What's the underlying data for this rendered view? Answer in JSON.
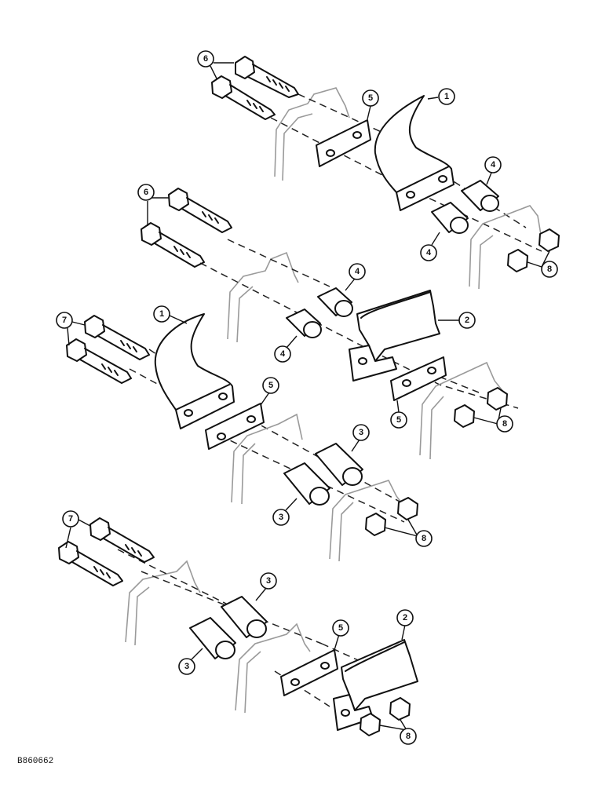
{
  "figure": {
    "callout_labels": {
      "bracket_left": "1",
      "bracket_right": "2",
      "spacer_long": "3",
      "spacer_short": "4",
      "plate": "5",
      "bolt_short": "6",
      "bolt_long": "7",
      "nut": "8"
    },
    "figure_id": "B860662"
  }
}
